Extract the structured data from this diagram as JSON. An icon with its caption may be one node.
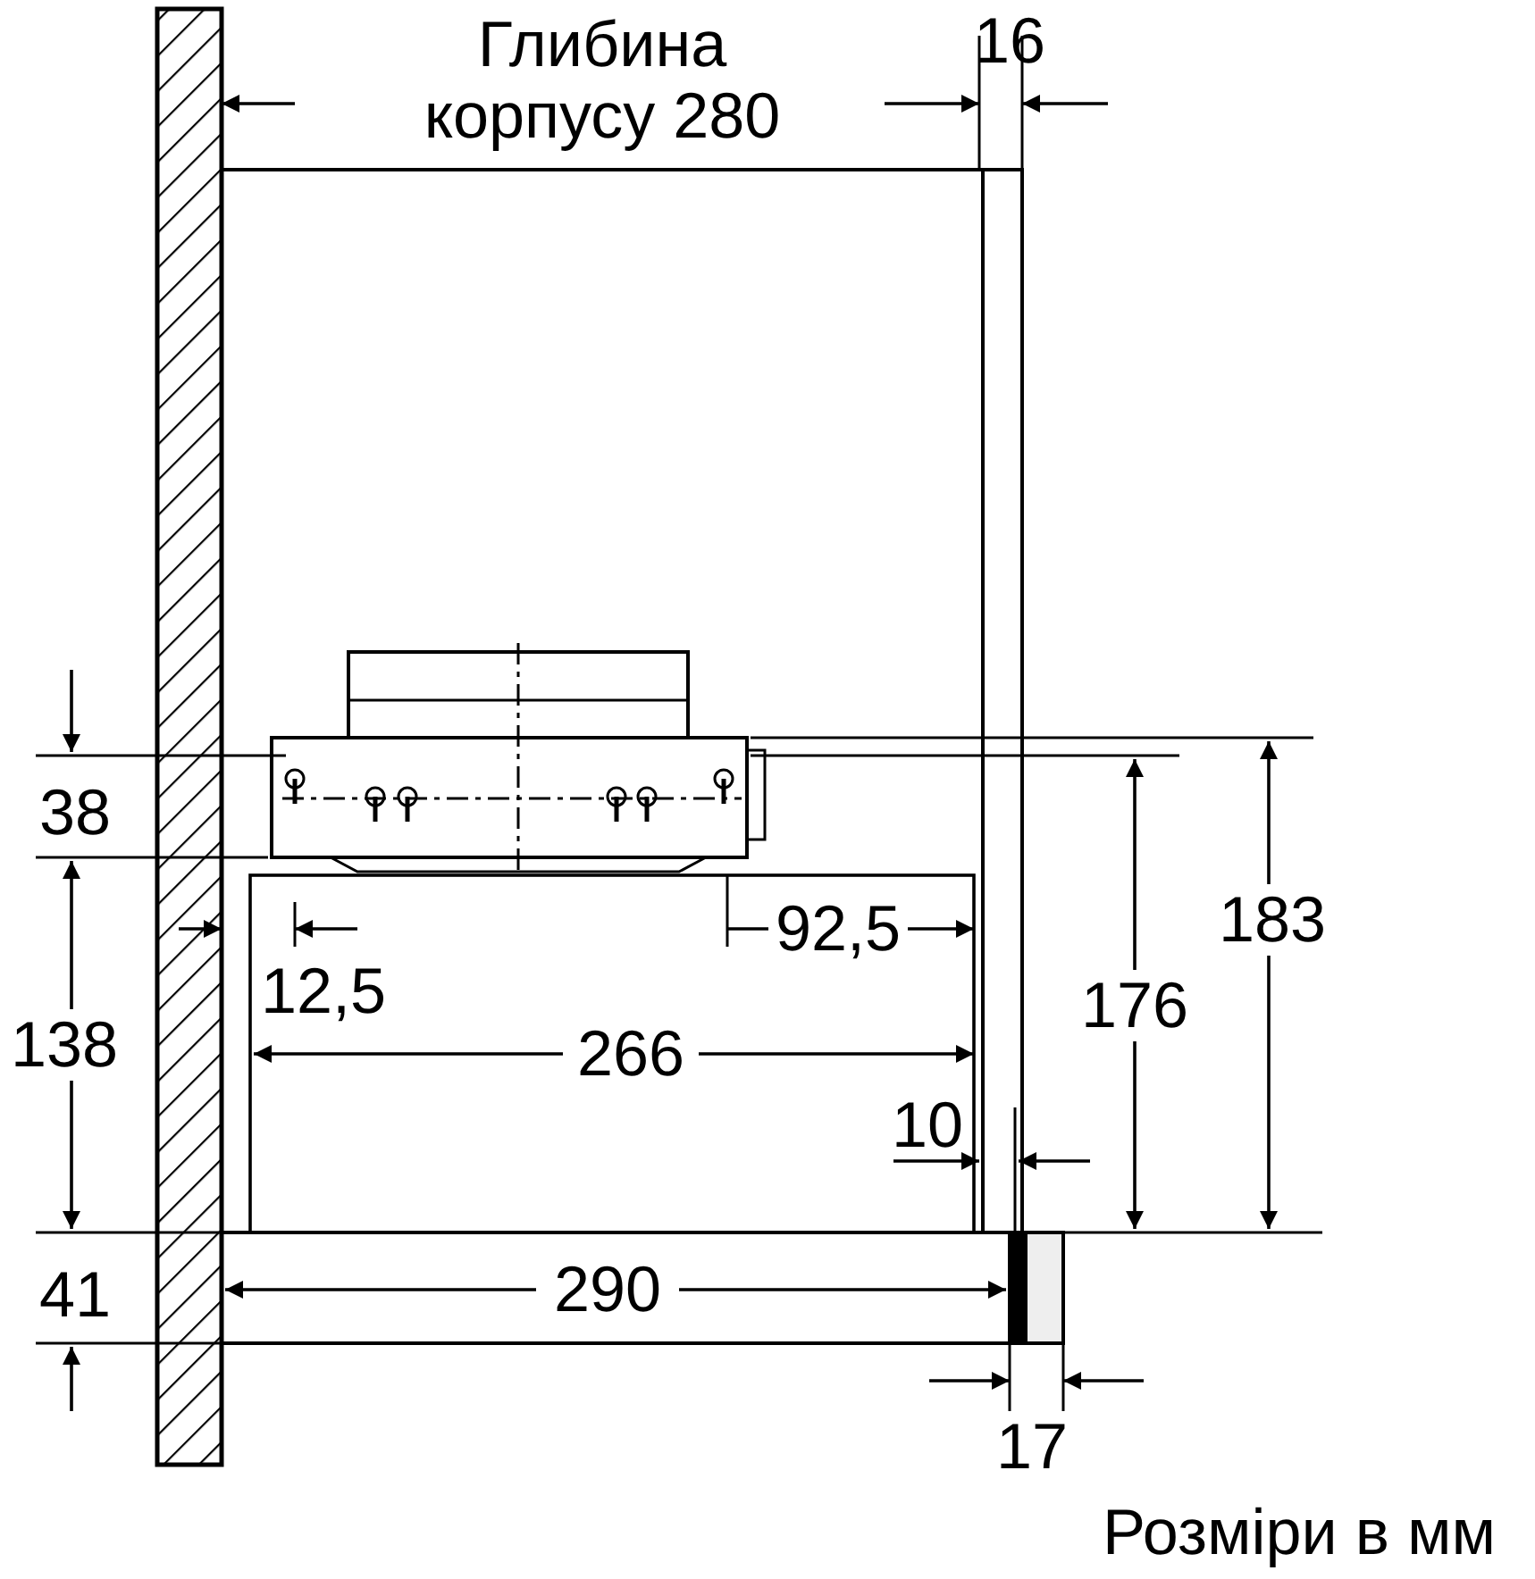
{
  "diagram": {
    "caption": "Розміри в мм",
    "labels": [
      "Глибина корпусу 280",
      "16",
      "38",
      "138",
      "41",
      "12,5",
      "92,5",
      "266",
      "10",
      "290",
      "176",
      "183",
      "17"
    ]
  }
}
